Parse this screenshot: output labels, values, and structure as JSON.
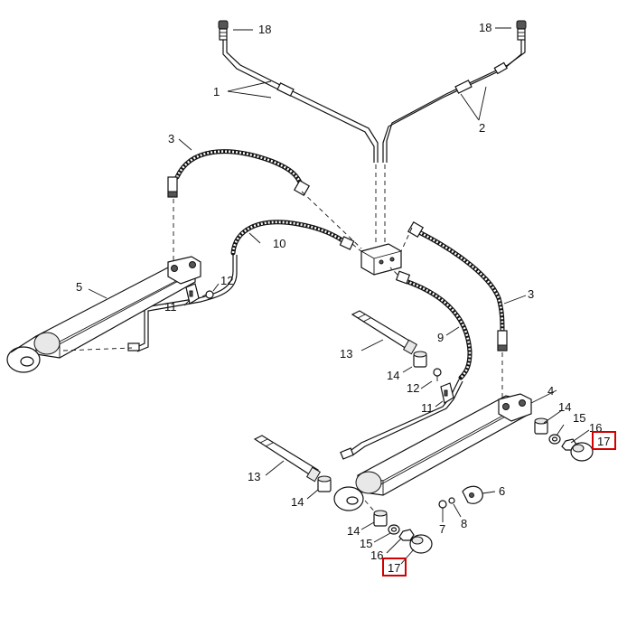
{
  "callouts": {
    "l18a": "18",
    "l18b": "18",
    "l1": "1",
    "l2": "2",
    "l3a": "3",
    "l3b": "3",
    "l4": "4",
    "l5": "5",
    "l6": "6",
    "l7": "7",
    "l8": "8",
    "l9": "9",
    "l10": "10",
    "l11a": "11",
    "l11b": "11",
    "l12a": "12",
    "l12b": "12",
    "l13a": "13",
    "l13b": "13",
    "l14a": "14",
    "l14b": "14",
    "l14c": "14",
    "l14d": "14",
    "l15a": "15",
    "l15b": "15",
    "l16a": "16",
    "l16b": "16",
    "l17a": "17",
    "l17b": "17"
  },
  "highlight_color": "#d40000"
}
